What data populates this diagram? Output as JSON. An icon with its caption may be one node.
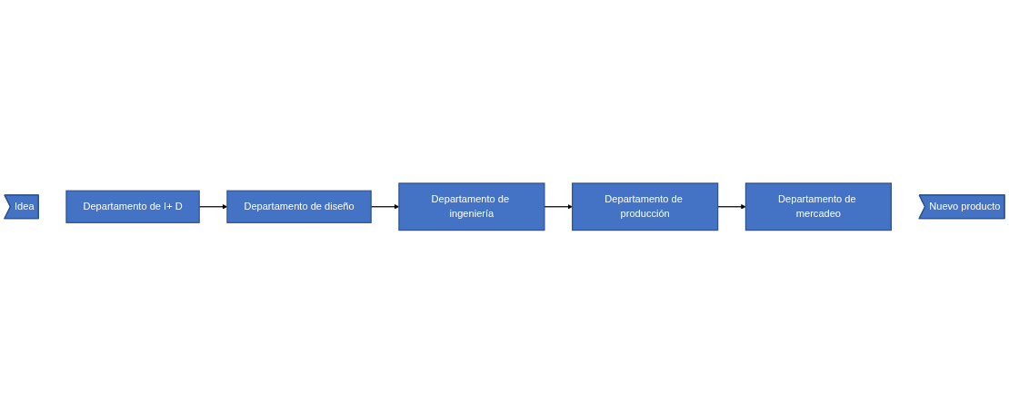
{
  "diagram": {
    "nodes": [
      {
        "text": [
          "Idea"
        ]
      },
      {
        "text": [
          "Departamento de I+ D"
        ]
      },
      {
        "text": [
          "Departamento de diseño"
        ]
      },
      {
        "text": [
          "Departamento de ingeniería"
        ]
      },
      {
        "text": [
          "Departamento de producción"
        ]
      },
      {
        "text": [
          "Departamento de mercadeo"
        ]
      },
      {
        "text": [
          "Nuevo producto"
        ]
      }
    ],
    "edges": [
      {
        "from": 1,
        "to": 2,
        "arrow": "to"
      },
      {
        "from": 2,
        "to": 3,
        "arrow": "to"
      },
      {
        "from": 3,
        "to": 4,
        "arrow": "to"
      },
      {
        "from": 4,
        "to": 5,
        "arrow": "to"
      }
    ]
  }
}
